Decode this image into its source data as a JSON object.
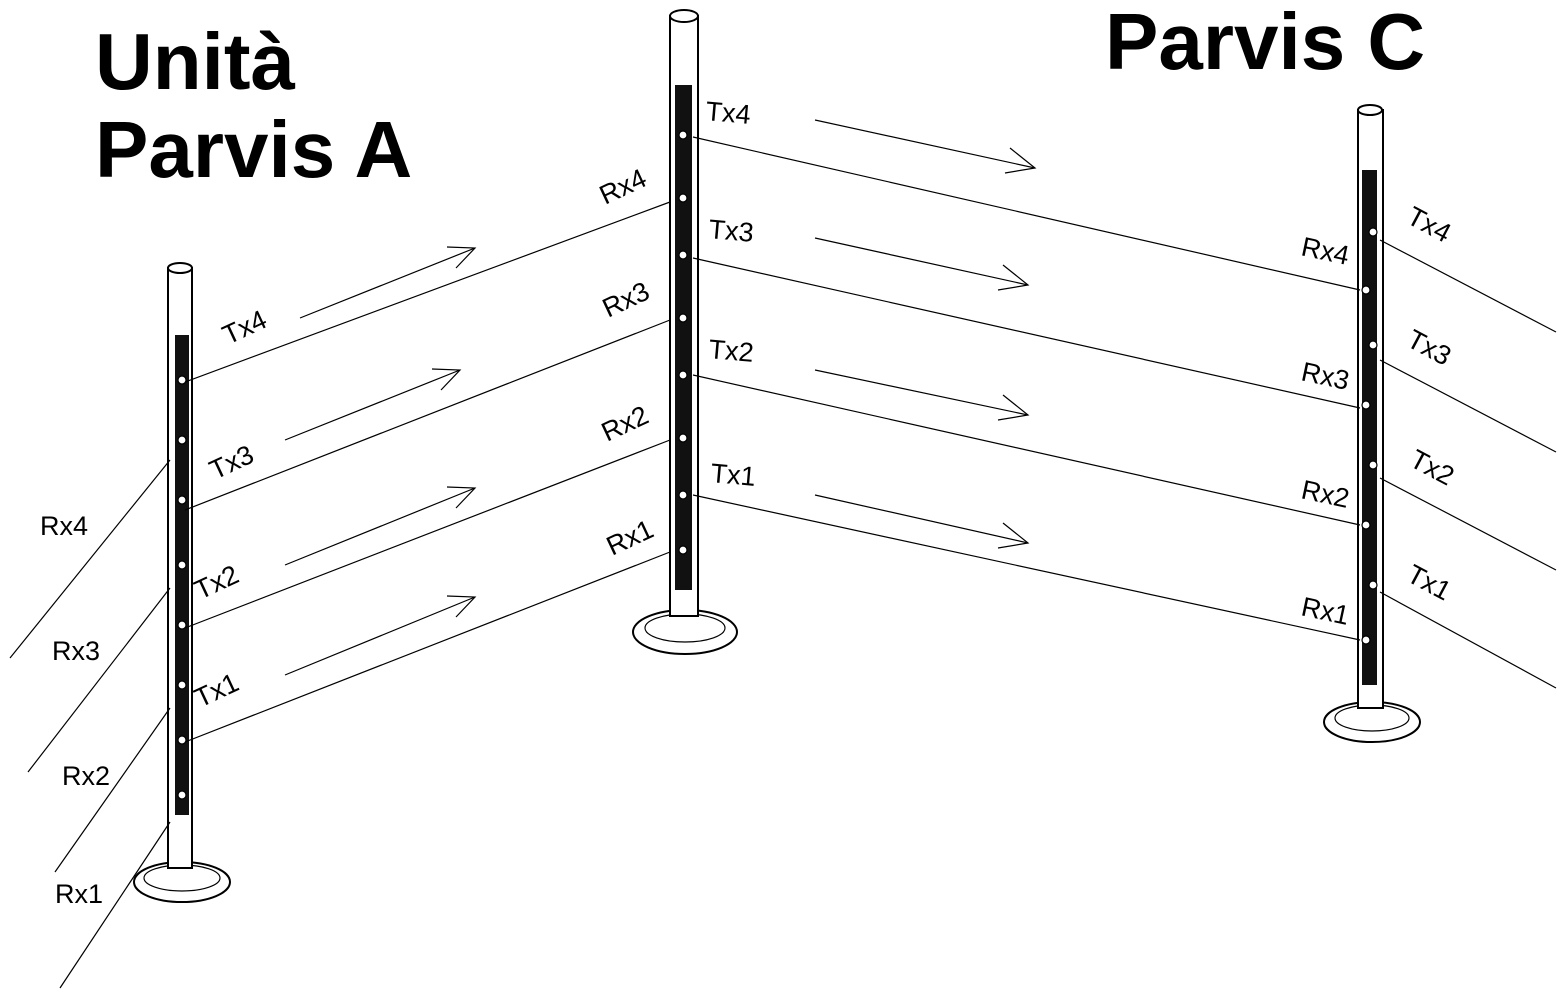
{
  "titles": {
    "unit_a_line1": "Unità",
    "unit_a_line2": "Parvis A",
    "unit_c": "Parvis C"
  },
  "posts": {
    "a": {
      "tx": [
        "Tx4",
        "Tx3",
        "Tx2",
        "Tx1"
      ],
      "rx": [
        "Rx4",
        "Rx3",
        "Rx2",
        "Rx1"
      ]
    },
    "b": {
      "tx": [
        "Tx4",
        "Tx3",
        "Tx2",
        "Tx1"
      ],
      "rx": [
        "Rx4",
        "Rx3",
        "Rx2",
        "Rx1"
      ]
    },
    "c": {
      "tx": [
        "Tx4",
        "Tx3",
        "Tx2",
        "Tx1"
      ],
      "rx": [
        "Rx4",
        "Rx3",
        "Rx2",
        "Rx1"
      ]
    }
  },
  "colors": {
    "ink": "#000000",
    "post_fill": "#ffffff",
    "post_dark": "#111111"
  }
}
